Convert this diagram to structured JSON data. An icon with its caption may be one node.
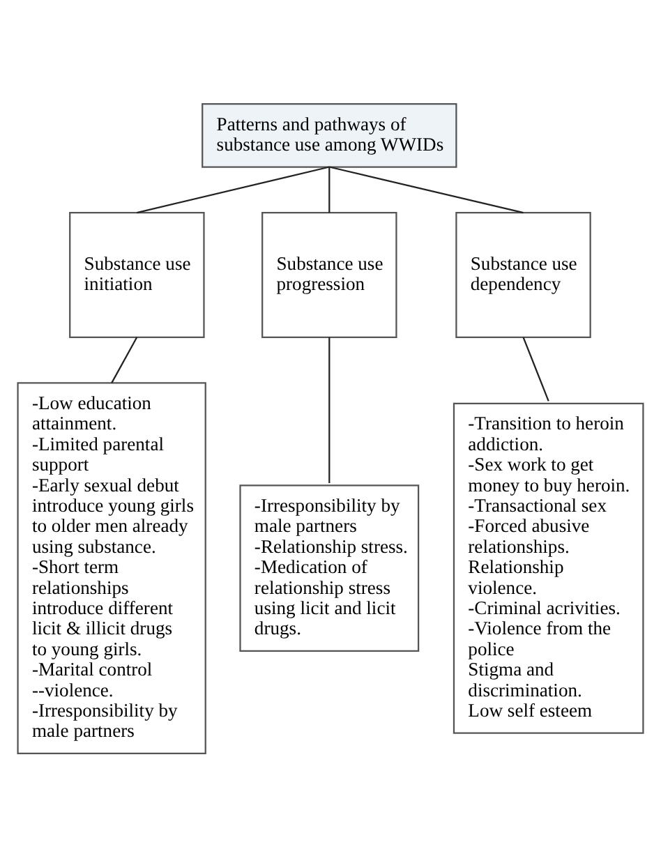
{
  "diagram": {
    "nodes": [
      {
        "text": [
          "Patterns and pathways of substance use among WWIDs"
        ]
      },
      {
        "text": [
          "Substance use initiation"
        ]
      },
      {
        "text": [
          "Substance use progression"
        ]
      },
      {
        "text": [
          "Substance use dependency"
        ]
      },
      {
        "text": [
          "-Low education attainment.",
          "-Limited parental support",
          "-Early sexual debut introduce young girls to older men already using substance.",
          "-Short term relationships introduce different licit & illicit drugs to young girls.",
          "-Marital control --violence.",
          "-Irresponsibility by male partners"
        ]
      },
      {
        "text": [
          "-Irresponsibility by male partners",
          "-Relationship stress.",
          "-Medication of relationship stress using licit and licit drugs."
        ]
      },
      {
        "text": [
          "-Transition to heroin addiction.",
          "-Sex work to get money to buy heroin.",
          "-Transactional sex",
          "-Forced abusive relationships.",
          "Relationship violence.",
          "-Criminal acrivities.",
          "-Violence from the police",
          "Stigma and discrimination.",
          "Low self esteem"
        ]
      }
    ],
    "edges": [
      {
        "from": 0,
        "to": 1,
        "arrow": "none"
      },
      {
        "from": 0,
        "to": 2,
        "arrow": "none"
      },
      {
        "from": 0,
        "to": 3,
        "arrow": "none"
      },
      {
        "from": 1,
        "to": 4,
        "arrow": "none"
      },
      {
        "from": 2,
        "to": 5,
        "arrow": "none"
      },
      {
        "from": 3,
        "to": 6,
        "arrow": "none"
      }
    ]
  }
}
